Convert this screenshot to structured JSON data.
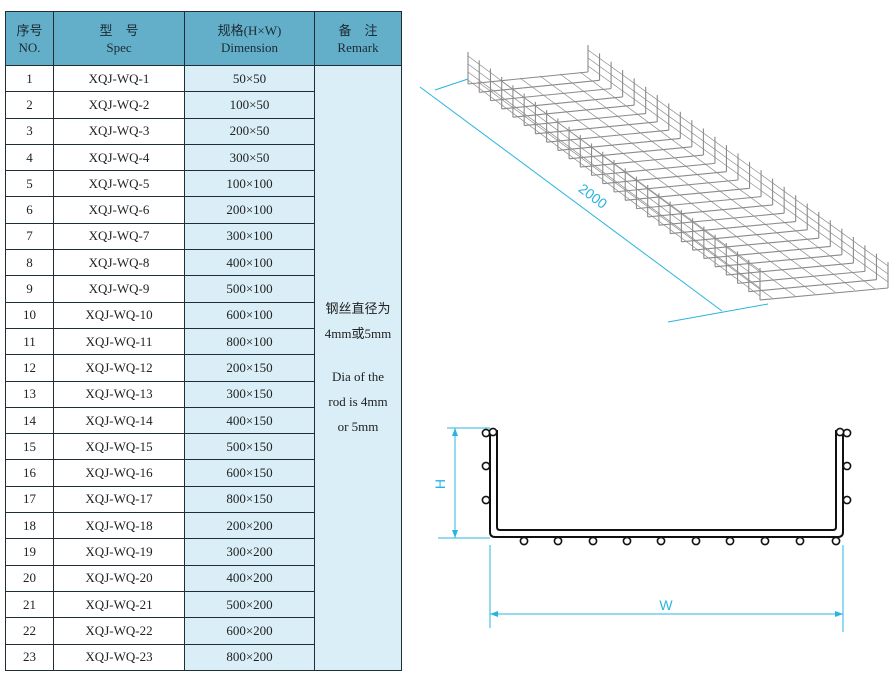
{
  "table": {
    "headers": [
      {
        "zh": "序号",
        "en": "NO."
      },
      {
        "zh": "型　号",
        "en": "Spec"
      },
      {
        "zh": "规格(H×W)",
        "en": "Dimension"
      },
      {
        "zh": "备　注",
        "en": "Remark"
      }
    ],
    "rows": [
      {
        "no": "1",
        "spec": "XQJ-WQ-1",
        "dim": "50×50"
      },
      {
        "no": "2",
        "spec": "XQJ-WQ-2",
        "dim": "100×50"
      },
      {
        "no": "3",
        "spec": "XQJ-WQ-3",
        "dim": "200×50"
      },
      {
        "no": "4",
        "spec": "XQJ-WQ-4",
        "dim": "300×50"
      },
      {
        "no": "5",
        "spec": "XQJ-WQ-5",
        "dim": "100×100"
      },
      {
        "no": "6",
        "spec": "XQJ-WQ-6",
        "dim": "200×100"
      },
      {
        "no": "7",
        "spec": "XQJ-WQ-7",
        "dim": "300×100"
      },
      {
        "no": "8",
        "spec": "XQJ-WQ-8",
        "dim": "400×100"
      },
      {
        "no": "9",
        "spec": "XQJ-WQ-9",
        "dim": "500×100"
      },
      {
        "no": "10",
        "spec": "XQJ-WQ-10",
        "dim": "600×100"
      },
      {
        "no": "11",
        "spec": "XQJ-WQ-11",
        "dim": "800×100"
      },
      {
        "no": "12",
        "spec": "XQJ-WQ-12",
        "dim": "200×150"
      },
      {
        "no": "13",
        "spec": "XQJ-WQ-13",
        "dim": "300×150"
      },
      {
        "no": "14",
        "spec": "XQJ-WQ-14",
        "dim": "400×150"
      },
      {
        "no": "15",
        "spec": "XQJ-WQ-15",
        "dim": "500×150"
      },
      {
        "no": "16",
        "spec": "XQJ-WQ-16",
        "dim": "600×150"
      },
      {
        "no": "17",
        "spec": "XQJ-WQ-17",
        "dim": "800×150"
      },
      {
        "no": "18",
        "spec": "XQJ-WQ-18",
        "dim": "200×200"
      },
      {
        "no": "19",
        "spec": "XQJ-WQ-19",
        "dim": "300×200"
      },
      {
        "no": "20",
        "spec": "XQJ-WQ-20",
        "dim": "400×200"
      },
      {
        "no": "21",
        "spec": "XQJ-WQ-21",
        "dim": "500×200"
      },
      {
        "no": "22",
        "spec": "XQJ-WQ-22",
        "dim": "600×200"
      },
      {
        "no": "23",
        "spec": "XQJ-WQ-23",
        "dim": "800×200"
      }
    ],
    "remark": {
      "zh_line1": "钢丝直径为",
      "zh_line2": "4mm或5mm",
      "en_line1": "Dia of the",
      "en_line2": "rod is 4mm",
      "en_line3": "or 5mm"
    }
  },
  "figures": {
    "length_label": "2000",
    "height_label": "H",
    "width_label": "W"
  },
  "colors": {
    "header_bg": "#63aec8",
    "dimension_bg": "#d9eef6",
    "dimension_line": "#28b4e0"
  }
}
